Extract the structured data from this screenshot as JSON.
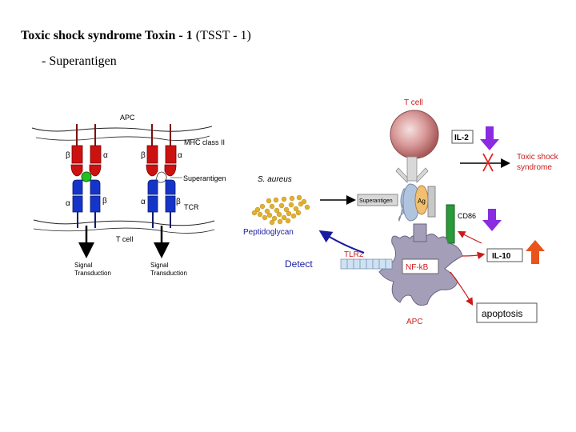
{
  "header": {
    "title_bold": "Toxic shock syndrome Toxin - 1",
    "title_rest": " (TSST - 1)",
    "subtitle": "- Superantigen"
  },
  "left_diagram": {
    "apc": "APC",
    "mhc": "MHC class II",
    "superantigen": "Superantigen",
    "tcr": "TCR",
    "tcell": "T cell",
    "alpha": "α",
    "beta": "β",
    "signal_left": [
      "Signal",
      "Transduction"
    ],
    "signal_right": [
      "Signal",
      "Transduction"
    ]
  },
  "right_diagram": {
    "tcell": "T cell",
    "il2": "IL-2",
    "toxic_shock": [
      "Toxic shock",
      "syndrome"
    ],
    "s_aureus": "S. aureus",
    "superantigen": "Superantigen",
    "ag": "Ag",
    "cd86": "CD86",
    "peptidoglycan": "Peptidoglycan",
    "detect": "Detect",
    "tlr2": "TLR2",
    "nfkb": "NF-kB",
    "il10": "IL-10",
    "apoptosis": "apoptosis",
    "apc": "APC"
  },
  "colors": {
    "red_label": "#cc1b1b",
    "purple_arrow": "#8a2be2",
    "orange_arrow": "#e8541c",
    "detect_blue": "#1a1aa0",
    "cell_body": "#a49eb8"
  }
}
